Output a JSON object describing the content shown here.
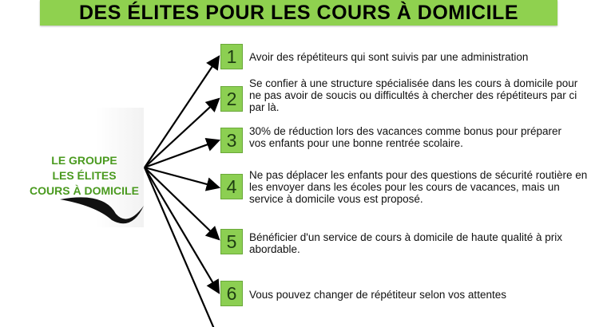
{
  "banner_title": "DES ÉLITES POUR LES COURS À DOMICILE",
  "logo": {
    "line1": "LE GROUPE",
    "line2": "LES ÉLITES",
    "line3": "COURS À DOMICILE"
  },
  "items": [
    {
      "num": "1",
      "text": "Avoir des répétiteurs qui sont suivis par une administration"
    },
    {
      "num": "2",
      "text": "Se confier à une structure spécialisée dans les cours à domicile pour ne pas avoir de soucis ou difficultés à chercher des répétiteurs par ci par là."
    },
    {
      "num": "3",
      "text": "30% de réduction lors des vacances comme bonus pour préparer vos enfants pour une bonne rentrée scolaire."
    },
    {
      "num": "4",
      "text": "Ne pas déplacer les enfants pour des questions de sécurité routière en les envoyer dans les écoles pour les cours de vacances, mais un service à domicile vous est proposé."
    },
    {
      "num": "5",
      "text": "Bénéficier d'un service de cours à domicile de haute qualité à prix abordable."
    },
    {
      "num": "6",
      "text": "Vous pouvez changer de répétiteur selon vos attentes"
    }
  ]
}
